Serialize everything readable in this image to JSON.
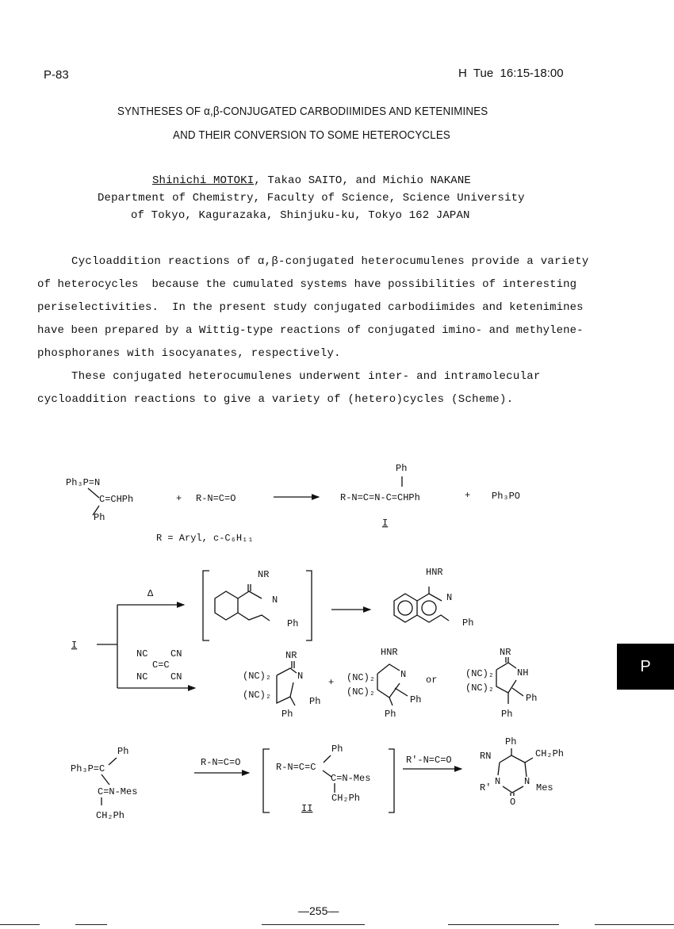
{
  "header": {
    "abstract_number": "P-83",
    "session": "H  Tue  16:15-18:00"
  },
  "title": {
    "line1": "SYNTHESES OF α,β-CONJUGATED CARBODIIMIDES AND KETENIMINES",
    "line2": "AND THEIR CONVERSION TO SOME HETEROCYCLES"
  },
  "authors": {
    "presenter": "Shinichi MOTOKI",
    "others": ", Takao SAITO, and Michio NAKANE",
    "affiliation1": "Department of Chemistry, Faculty of Science, Science University",
    "affiliation2": "of Tokyo, Kagurazaka, Shinjuku-ku, Tokyo 162 JAPAN"
  },
  "body": {
    "lines": [
      "Cycloaddition reactions of α,β-conjugated heterocumulenes provide a variety",
      "of heterocycles  because the cumulated systems have possibilities of interesting",
      "periselectivities.  In the present study conjugated carbodiimides and ketenimines",
      "have been prepared by a Wittig-type reactions of conjugated imino- and methylene-",
      "phosphoranes with isocyanates, respectively.",
      "These conjugated heterocumulenes underwent inter- and intramolecular",
      "cycloaddition reactions to give a variety of (hetero)cycles (Scheme)."
    ]
  },
  "scheme": {
    "r1": {
      "reagent_top": "Ph₃P=N",
      "reagent_mid": "C=CHPh",
      "reagent_bot": "Ph",
      "plus1": "+",
      "isocyanate": "R-N=C=O",
      "prod_ph": "Ph",
      "product": "R-N=C=N-C=CHPh",
      "plus2": "+",
      "byproduct": "Ph₃PO",
      "label_I": "I",
      "r_def": "R = Aryl, c-C₆H₁₁"
    },
    "r2": {
      "start_I": "I",
      "delta": "Δ",
      "tcne_nc1": "NC",
      "tcne_cn1": "CN",
      "tcne_cc": "C=C",
      "tcne_nc2": "NC",
      "tcne_cn2": "CN",
      "int_nr": "NR",
      "int_n": "N",
      "int_ph": "Ph",
      "iq_hnr": "HNR",
      "iq_n": "N",
      "iq_ph": "Ph",
      "a_nr": "NR",
      "a_nc1": "(NC)₂",
      "a_nc2": "(NC)₂",
      "a_n": "N",
      "a_ph1": "Ph",
      "a_ph2": "Ph",
      "plus": "+",
      "b_hnr": "HNR",
      "b_nc1": "(NC)₂",
      "b_nc2": "(NC)₂",
      "b_n": "N",
      "b_ph1": "Ph",
      "b_ph2": "Ph",
      "or": "or",
      "c_nr": "NR",
      "c_nc1": "(NC)₂",
      "c_nc2": "(NC)₂",
      "c_nh": "NH",
      "c_ph1": "Ph",
      "c_ph2": "Ph"
    },
    "r3": {
      "s_ph": "Ph",
      "s_p": "Ph₃P=C",
      "s_cn": "C=N-Mes",
      "s_ch2": "CH₂Ph",
      "arrow1_label": "R-N=C=O",
      "ii_ph": "Ph",
      "ii_left": "R-N=C=C",
      "ii_cn": "C=N-Mes",
      "ii_ch2": "CH₂Ph",
      "label_II": "II",
      "arrow2_label": "R'-N=C=O",
      "p_ph": "Ph",
      "p_rn": "RN",
      "p_ch2": "CH₂Ph",
      "p_r": "R'",
      "p_n1": "N",
      "p_n2": "N",
      "p_mes": "Mes",
      "p_o": "O"
    }
  },
  "side_tab": {
    "label": "P"
  },
  "footer": {
    "page_number": "—255—"
  }
}
